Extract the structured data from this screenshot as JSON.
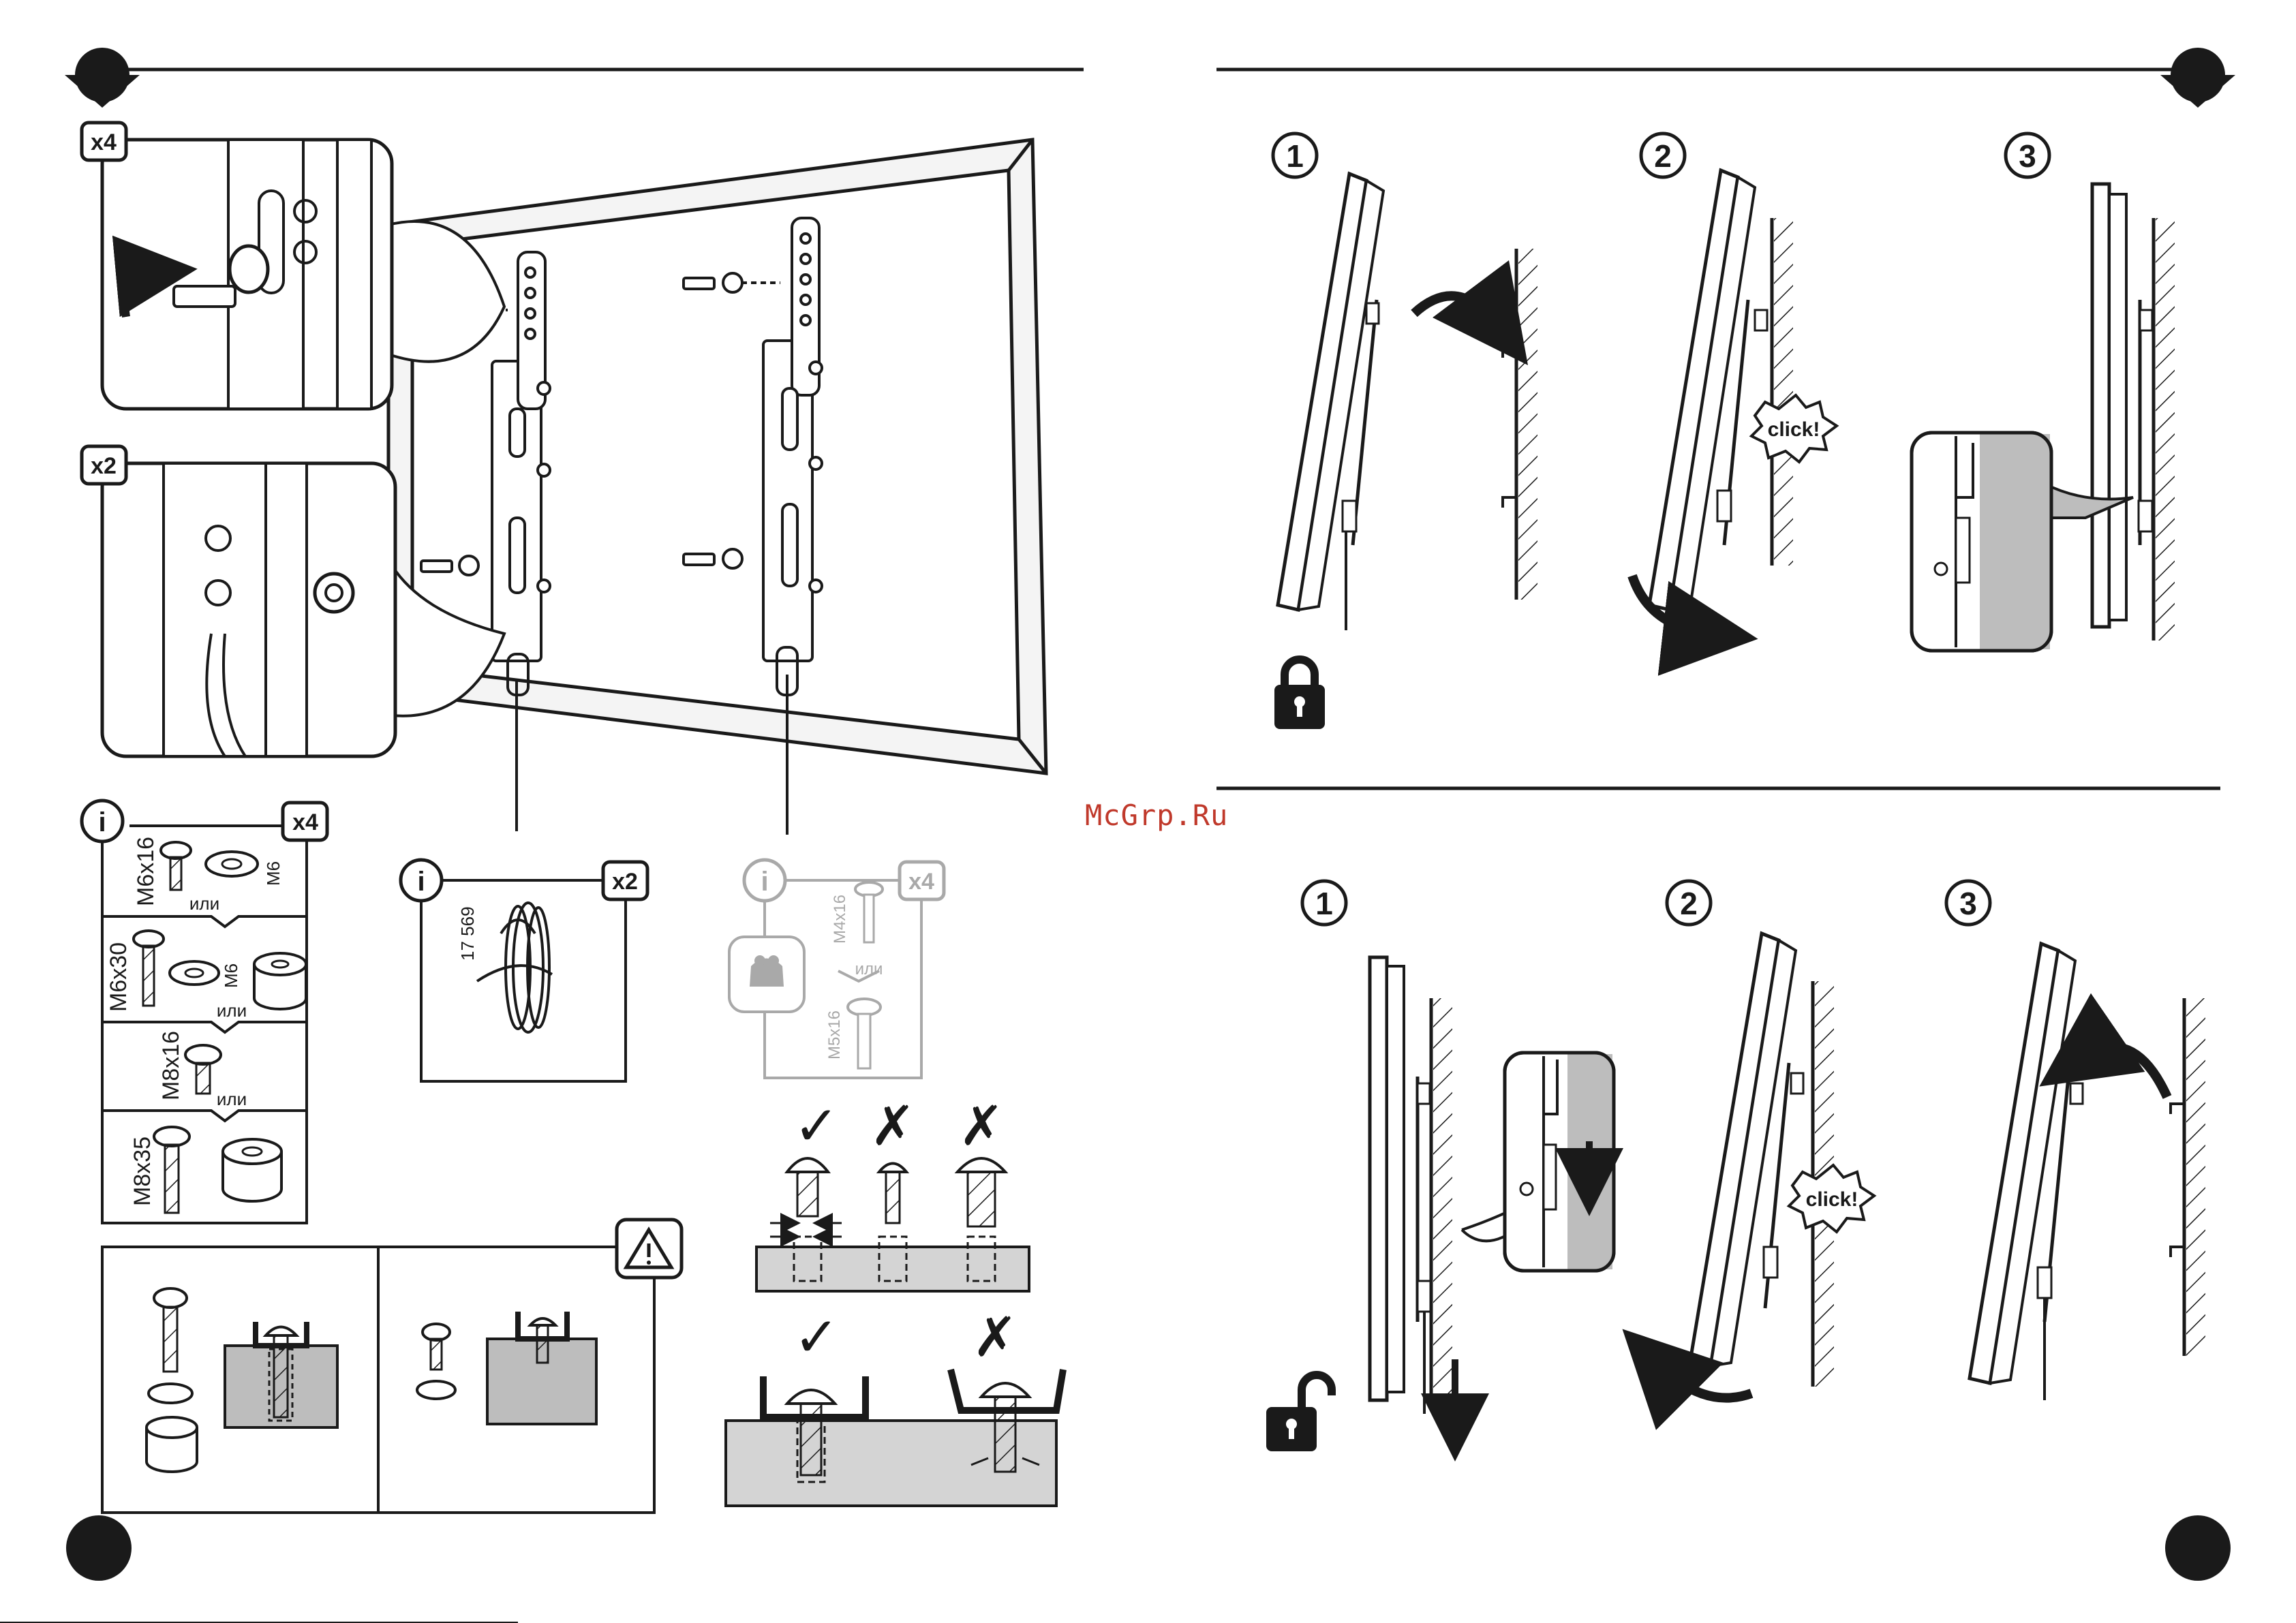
{
  "left": {
    "detail_top_badge": "x4",
    "detail_bottom_badge": "x2",
    "screws_box": {
      "info_badge": "i",
      "count_badge": "x4",
      "rows": [
        {
          "screw": "M6x16",
          "washer": "M6"
        },
        {
          "or": "или",
          "screw": "M6x30",
          "washer": "M6"
        },
        {
          "or": "или",
          "screw": "M8x16"
        },
        {
          "or": "или",
          "screw": "M8x35"
        }
      ]
    },
    "cord_box": {
      "info_badge": "i",
      "count_badge": "x2",
      "part_no": "17 569"
    },
    "alt_box": {
      "info_badge": "i",
      "count_badge": "x4",
      "screw_a": "M4x16",
      "or": "или",
      "screw_b": "M5x16"
    },
    "warning_icon": "warning-triangle-icon",
    "check_symbol": "✓",
    "cross_symbol": "✗"
  },
  "right": {
    "lock_steps": [
      "1",
      "2",
      "3"
    ],
    "lock_click": "click!",
    "lock_icon": "padlock-closed-icon",
    "unlock_steps": [
      "1",
      "2",
      "3"
    ],
    "unlock_click": "click!",
    "unlock_icon": "padlock-open-icon"
  },
  "watermark": "McGrp.Ru",
  "colors": {
    "ink": "#1a1a1a",
    "grey_fill": "#bdbdbd",
    "watermark": "#c0392b"
  }
}
